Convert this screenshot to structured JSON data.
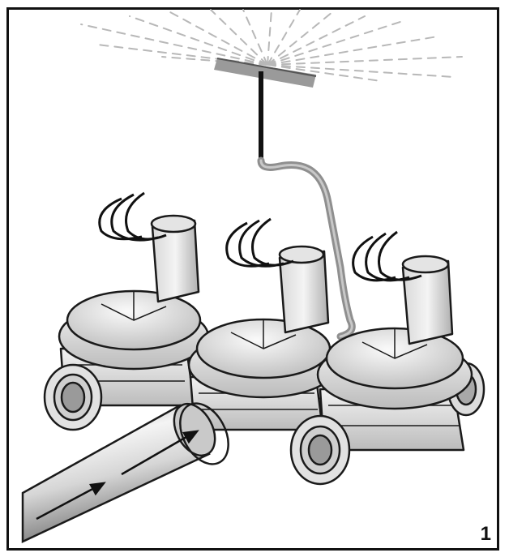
{
  "figure": {
    "number": "1",
    "subject": "irrigation-valve-manifold",
    "valve_count": 3,
    "colors": {
      "outline": "#1a1a1a",
      "valve_fill": "#e6e6e6",
      "valve_shade": "#bdbdbd",
      "pipe_light": "#f2f2f2",
      "pipe_dark": "#8a8a8a",
      "cable": "#9a9a9a",
      "spray": "#b5b5b5"
    }
  }
}
